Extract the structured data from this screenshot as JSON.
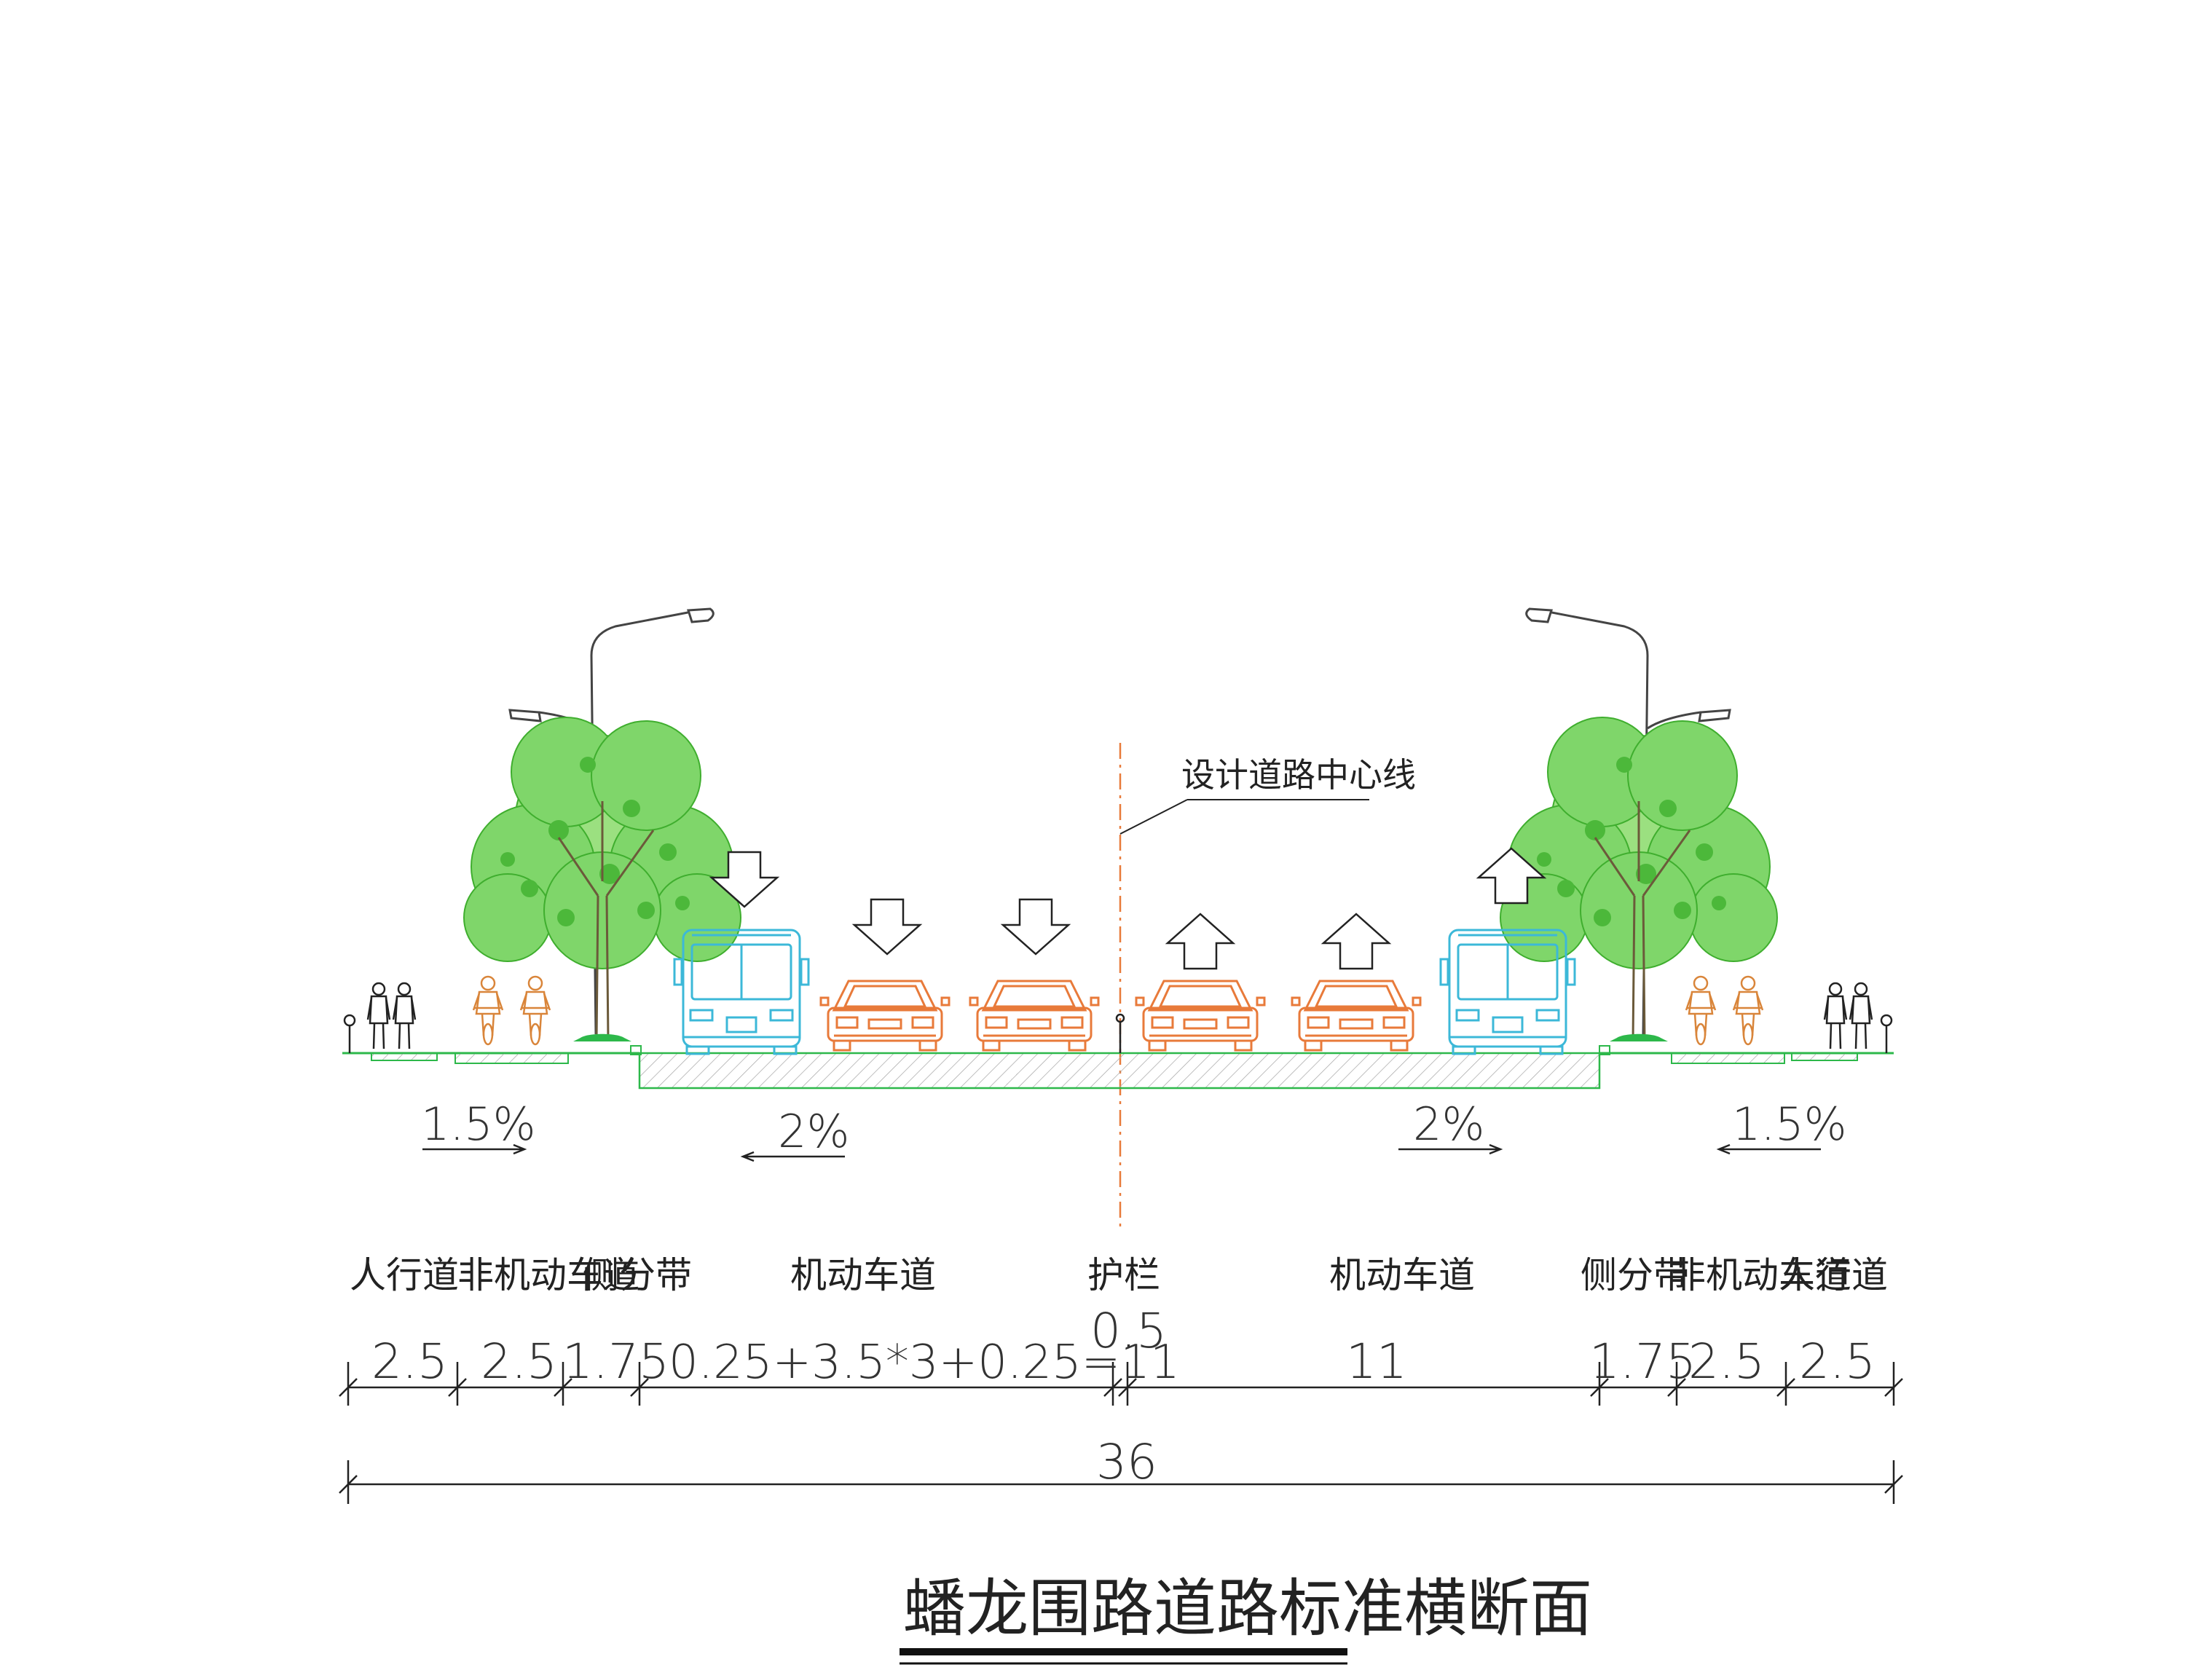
{
  "title": "蟠龙围路道路标准横断面",
  "centerline_label": "设计道路中心线",
  "zones": {
    "left": [
      "人行道",
      "非机动车道",
      "侧分带"
    ],
    "left_lanes": "机动车道",
    "median": "护栏",
    "right_lanes": "机动车道",
    "right": [
      "侧分带",
      "非机动车道",
      "人行道"
    ]
  },
  "dimensions": {
    "left_sidewalk": "2.5",
    "left_bike": "2.5",
    "left_strip": "1.75",
    "left_carriageway": "0.25+3.5*3+0.25=11",
    "median": "0.5",
    "right_carriageway": "11",
    "right_strip": "1.75",
    "right_bike": "2.5",
    "right_sidewalk": "2.5",
    "total": "36"
  },
  "slopes": {
    "left_side": "1.5%",
    "left_road": "2%",
    "right_road": "2%",
    "right_side": "1.5%"
  },
  "colors": {
    "ground": "#2db84a",
    "tree": "#55c940",
    "bus": "#3cb8d8",
    "car": "#e87a3a",
    "centerline": "#e87a3a",
    "lines": "#222222"
  },
  "icons": {
    "tree": "tree-icon",
    "streetlight": "streetlight-icon",
    "bus": "bus-icon",
    "car": "car-icon",
    "cyclist": "cyclist-icon",
    "pedestrian": "pedestrian-icon",
    "direction_arrow": "arrow-icon"
  }
}
